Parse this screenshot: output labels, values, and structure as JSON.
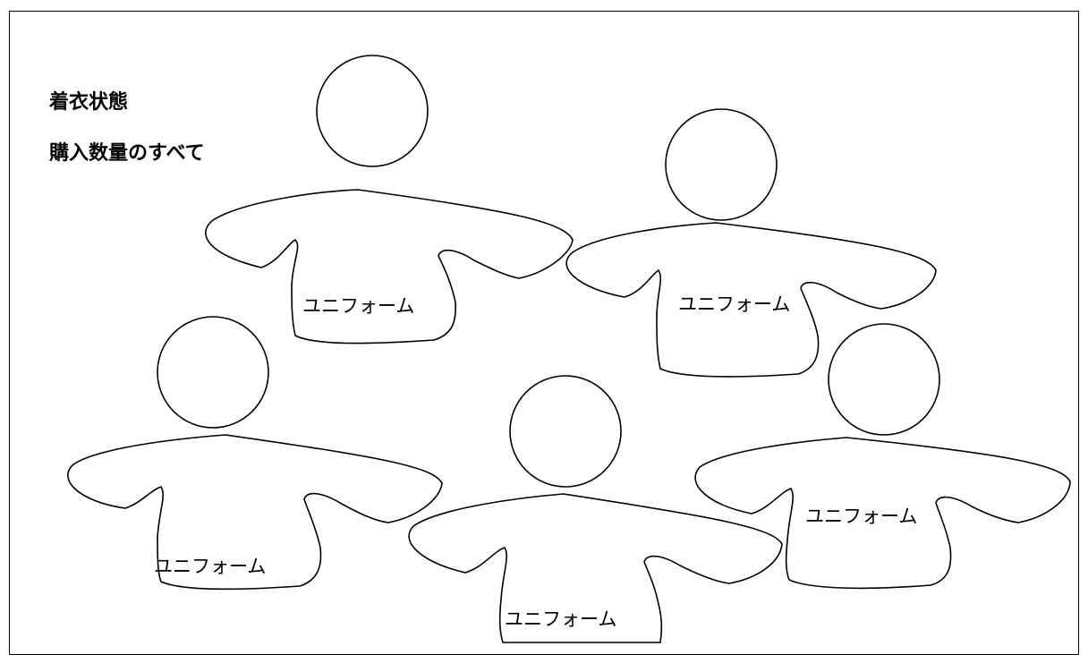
{
  "headings": {
    "dress_state": "着衣状態",
    "all_purchased": "購入数量のすべて"
  },
  "figures": [
    {
      "label": "ユニフォーム"
    },
    {
      "label": "ユニフォーム"
    },
    {
      "label": "ユニフォーム"
    },
    {
      "label": "ユニフォーム"
    },
    {
      "label": "ユニフォーム"
    }
  ],
  "colors": {
    "stroke": "#000000",
    "background": "#ffffff"
  }
}
